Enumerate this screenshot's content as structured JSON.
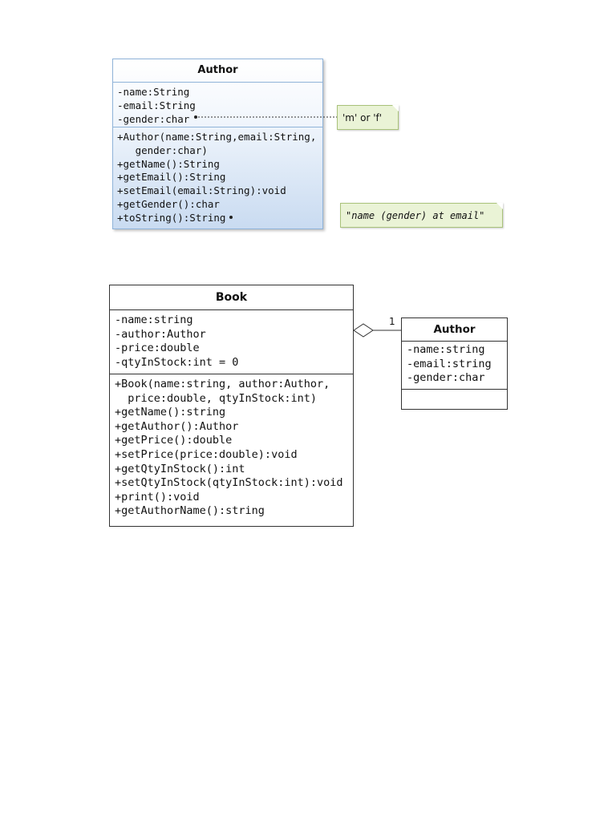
{
  "author_class_top": {
    "title": "Author",
    "attributes": [
      "-name:String",
      "-email:String",
      "-gender:char"
    ],
    "operations": [
      "+Author(name:String,email:String,",
      "   gender:char)",
      "+getName():String",
      "+getEmail():String",
      "+setEmail(email:String):void",
      "+getGender():char",
      "+toString():String"
    ]
  },
  "notes": {
    "gender_note": "'m' or 'f'",
    "tostring_note": "\"name (gender) at email\""
  },
  "book_class": {
    "title": "Book",
    "attributes": [
      "-name:string",
      "-author:Author",
      "-price:double",
      "-qtyInStock:int = 0"
    ],
    "operations": [
      "+Book(name:string, author:Author,",
      "  price:double, qtyInStock:int)",
      "+getName():string",
      "+getAuthor():Author",
      "+getPrice():double",
      "+setPrice(price:double):void",
      "+getQtyInStock():int",
      "+setQtyInStock(qtyInStock:int):void",
      "+print():void",
      "+getAuthorName():string"
    ]
  },
  "author_class_small": {
    "title": "Author",
    "attributes": [
      "-name:string",
      "-email:string",
      "-gender:char"
    ]
  },
  "association": {
    "multiplicity": "1"
  }
}
